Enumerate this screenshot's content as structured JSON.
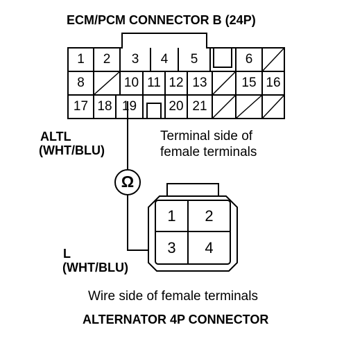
{
  "title": "ECM/PCM CONNECTOR B (24P)",
  "ecm_connector": {
    "cells": [
      "1",
      "2",
      "3",
      "4",
      "5",
      "",
      "6",
      "",
      "8",
      "",
      "10",
      "11",
      "12",
      "13",
      "",
      "15",
      "16",
      "17",
      "18",
      "19",
      "",
      "20",
      "21",
      "",
      "",
      ""
    ],
    "terminal_side_label_line1": "Terminal side of",
    "terminal_side_label_line2": "female terminals"
  },
  "wires": {
    "altl_name": "ALTL",
    "altl_color": "(WHT/BLU)",
    "l_name": "L",
    "l_color": "(WHT/BLU)"
  },
  "meter_symbol": "Ω",
  "alternator_connector": {
    "pins": [
      "1",
      "2",
      "3",
      "4"
    ],
    "wire_side_label": "Wire side of female terminals",
    "title": "ALTERNATOR 4P CONNECTOR"
  }
}
